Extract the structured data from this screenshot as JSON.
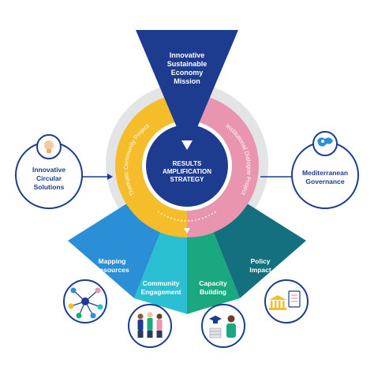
{
  "center": {
    "line1": "RESULTS",
    "line2": "AMPLIFICATION",
    "line3": "STRATEGY"
  },
  "mission": {
    "line1": "Innovative",
    "line2": "Sustainable",
    "line3": "Economy",
    "line4": "Mission"
  },
  "left_arc_label": "Thematic Community Project",
  "right_arc_label": "Institutional Dialogue Project",
  "left_node": {
    "line1": "Innovative",
    "line2": "Circular",
    "line3": "Solutions",
    "icon": "lightbulb-icon"
  },
  "right_node": {
    "line1": "Mediterranean",
    "line2": "Governance",
    "icon": "mediterranean-map-icon"
  },
  "outputs": [
    {
      "line1": "Mapping",
      "line2": "Resources",
      "color": "#2a8fd6",
      "icon": "network-icon"
    },
    {
      "line1": "Community",
      "line2": "Engagement",
      "color": "#2bbfd4",
      "icon": "people-group-icon"
    },
    {
      "line1": "Capacity",
      "line2": "Building",
      "color": "#19a87f",
      "icon": "graduate-icon"
    },
    {
      "line1": "Policy",
      "line2": "Impact",
      "color": "#146f7e",
      "icon": "government-building-icon"
    }
  ],
  "colors": {
    "navy": "#1d3c8f",
    "yellow": "#f6bd2a",
    "pink": "#e995b0",
    "grey_ring": "#e2e4e6",
    "node_border": "#1d3c8f"
  }
}
